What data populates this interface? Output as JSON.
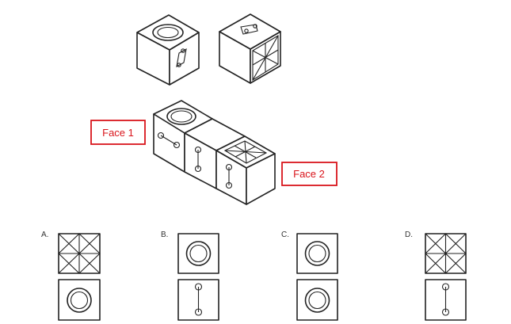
{
  "callouts": {
    "face1": "Face 1",
    "face2": "Face 2",
    "border_color": "#d9141b",
    "text_color": "#d9141b"
  },
  "options": [
    {
      "letter": "A.",
      "top_face": "diagonal-cross",
      "bottom_face": "double-circle"
    },
    {
      "letter": "B.",
      "top_face": "double-circle",
      "bottom_face": "dumbbell-vertical"
    },
    {
      "letter": "C.",
      "top_face": "double-circle",
      "bottom_face": "double-circle"
    },
    {
      "letter": "D.",
      "top_face": "diagonal-cross",
      "bottom_face": "dumbbell-vertical"
    }
  ]
}
